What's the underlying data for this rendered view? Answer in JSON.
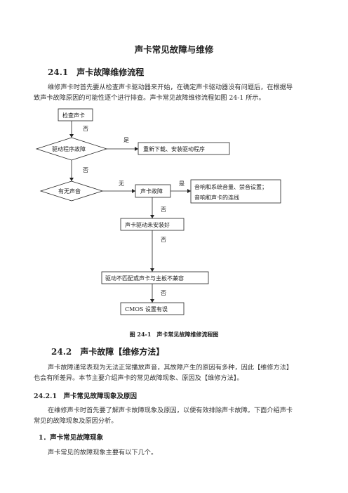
{
  "doc": {
    "title": "声卡常见故障与维修",
    "section1": {
      "heading": "24.1　声卡故障维修流程",
      "para_line1": "维修声卡时首先要从检查声卡驱动器来开始，在确定声卡驱动器没有问题后，在根据导",
      "para_line2": "致声卡故障原因的可能性逐个进行排查。声卡常见故障维修流程如图 24-1 所示。"
    },
    "flowchart": {
      "check_card": "检查声卡",
      "no1": "否",
      "driver_fault": "驱动程序故障",
      "yes1": "是",
      "reinstall": "重新下载、安装驱动程序",
      "no2": "否",
      "has_sound": "有无声音",
      "none_label": "无",
      "card_fault": "声卡故障",
      "yes2": "是",
      "volume_line1": "音响和系统音量、禁音设置；",
      "volume_line2": "音响和声卡的连线",
      "no3": "否",
      "driver_not_installed": "声卡驱动未安装好",
      "no4": "否",
      "mismatch": "驱动不匹配或声卡与主板不兼容",
      "no5": "否",
      "cmos": "CMOS 设置有误",
      "caption": "图 24-1　声卡常见故障维修流程图"
    },
    "section2": {
      "heading": "24.2　声卡故障【维修方法】",
      "para_line1": "声卡故障通常表现为无法正常播放声音，其故障产生的原因有多种，因此【维修方法】",
      "para_line2": "也会有所差异。本节主要介绍声卡的常见故障现象、原因及【维修方法】。"
    },
    "section3": {
      "heading": "24.2.1　声卡常见故障现象及原因",
      "para_line1": "在维修声卡时首先要了解声卡故障现象及原因，以便有效排除声卡故障。下面介绍声卡",
      "para_line2": "常见的故障现象及原因分析。"
    },
    "section4": {
      "heading": "1．声卡常见故障现象",
      "para_line1": "声卡常见的故障现象主要有以下几个。"
    }
  }
}
